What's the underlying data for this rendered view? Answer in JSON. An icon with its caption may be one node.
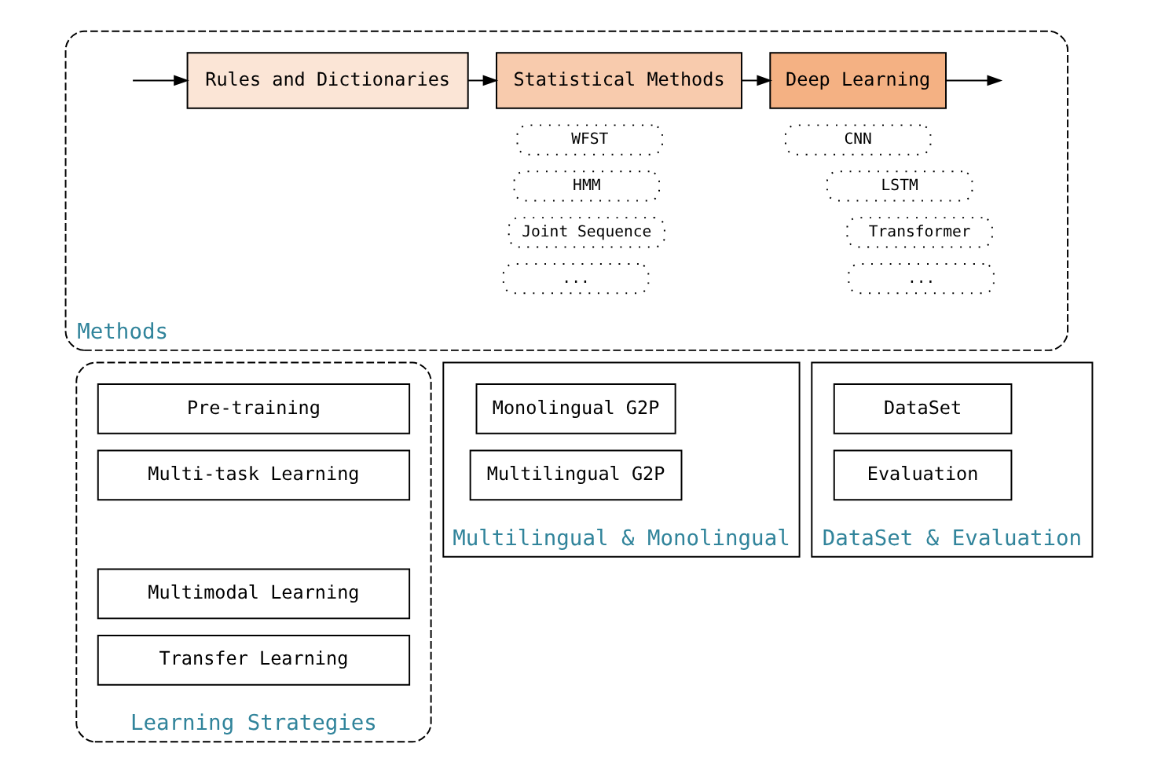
{
  "diagram": {
    "nodes": [
      {
        "text": [
          "Methods"
        ]
      },
      {
        "text": [
          "Rules and Dictionaries"
        ],
        "in": 0
      },
      {
        "text": [
          "Statistical Methods"
        ],
        "in": 0
      },
      {
        "text": [
          "Deep Learning"
        ],
        "in": 0
      },
      {
        "text": [
          "WFST"
        ],
        "in": 0
      },
      {
        "text": [
          "HMM"
        ],
        "in": 0
      },
      {
        "text": [
          "Joint Sequence"
        ],
        "in": 0
      },
      {
        "text": [
          "..."
        ],
        "in": 0
      },
      {
        "text": [
          "CNN"
        ],
        "in": 0
      },
      {
        "text": [
          "LSTM"
        ],
        "in": 0
      },
      {
        "text": [
          "Transformer"
        ],
        "in": 0
      },
      {
        "text": [
          "..."
        ],
        "in": 0
      },
      {
        "text": [
          "Learning Strategies"
        ]
      },
      {
        "text": [
          "Pre-training"
        ],
        "in": 12
      },
      {
        "text": [
          "Multi-task Learning"
        ],
        "in": 12
      },
      {
        "text": [
          "Multimodal Learning"
        ],
        "in": 12
      },
      {
        "text": [
          "Transfer Learning"
        ],
        "in": 12
      },
      {
        "text": [
          "Multilingual & Monolingual"
        ]
      },
      {
        "text": [
          "Monolingual G2P"
        ],
        "in": 17
      },
      {
        "text": [
          "Multilingual G2P"
        ],
        "in": 17
      },
      {
        "text": [
          "DataSet & Evaluation"
        ]
      },
      {
        "text": [
          "DataSet"
        ],
        "in": 20
      },
      {
        "text": [
          "Evaluation"
        ],
        "in": 20
      }
    ],
    "edges": [
      {
        "from": null,
        "to": 1,
        "arrow": "to"
      },
      {
        "from": 1,
        "to": 2,
        "arrow": "to"
      },
      {
        "from": 2,
        "to": 3,
        "arrow": "to"
      },
      {
        "from": 3,
        "to": null,
        "arrow": "to"
      }
    ]
  }
}
